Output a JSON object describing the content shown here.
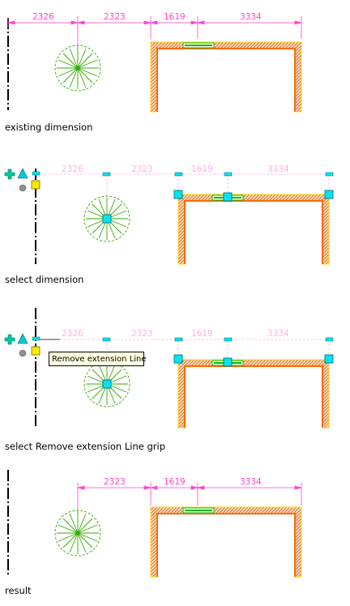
{
  "colors": {
    "dimension": "#ff44cc",
    "dimension_dim": "#ffb0e6",
    "wall_outer": "#ffd700",
    "wall_inner": "#ff6a00",
    "hatch": "#e0a050",
    "tree": "#33aa00",
    "window": "#00bb00",
    "grip": "#00e5f0",
    "grip_selected": "#ffe800",
    "axis": "#000000"
  },
  "steps": [
    {
      "caption": "existing dimension",
      "dimensions": [
        "2326",
        "2323",
        "1619",
        "3334"
      ]
    },
    {
      "caption": "select dimension",
      "dimensions": [
        "2326",
        "2323",
        "1619",
        "3334"
      ]
    },
    {
      "caption": "select Remove extension Line grip",
      "dimensions": [
        "2326",
        "2323",
        "1619",
        "3334"
      ],
      "tooltip": "Remove extension Line"
    },
    {
      "caption": "result",
      "dimensions": [
        "2323",
        "1619",
        "3334"
      ]
    }
  ],
  "icons": [
    "move-plus-icon",
    "stretch-triangle-icon",
    "grey-circle-icon"
  ]
}
